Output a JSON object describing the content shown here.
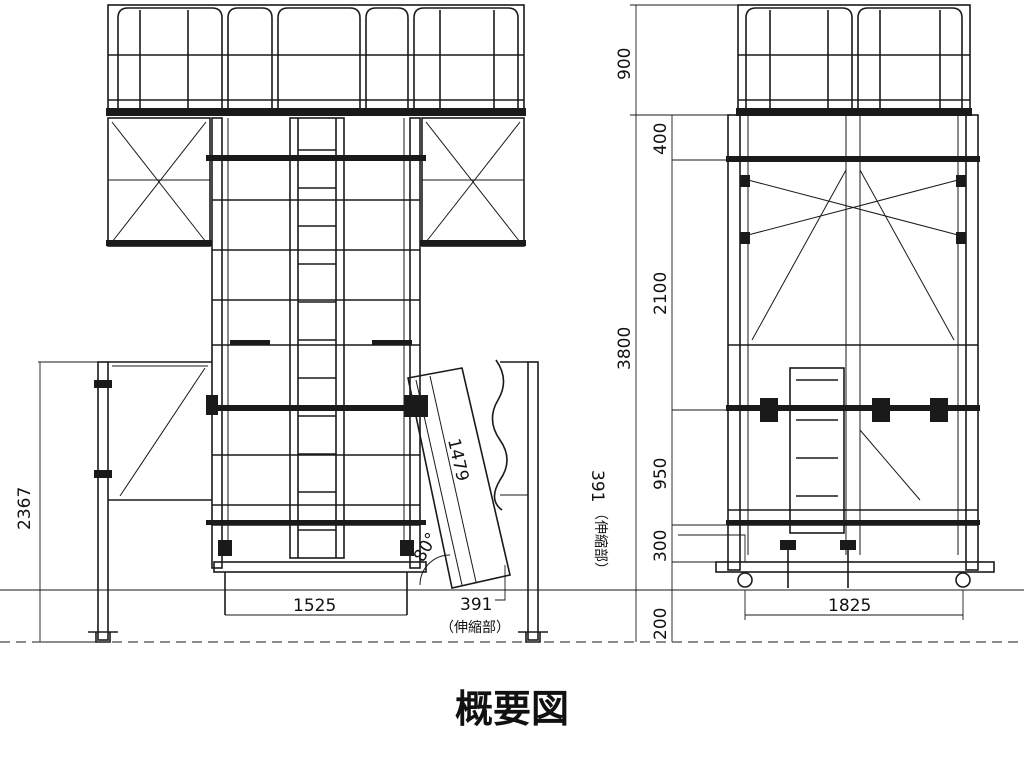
{
  "caption": "概要図",
  "front_view": {
    "dim_height_left": "2367",
    "dim_width_bottom": "1525",
    "dim_ladder_length": "1479",
    "dim_ladder_angle": "80°",
    "dim_extension": "391",
    "extension_note": "（伸縮部）"
  },
  "side_view": {
    "dim_guard": "900",
    "dim_total": "3800",
    "dim_400": "400",
    "dim_2100": "2100",
    "dim_950": "950",
    "dim_300": "300",
    "dim_base": "200",
    "dim_width_bottom": "1825",
    "dim_extension": "391",
    "extension_note": "（伸縮部）"
  }
}
